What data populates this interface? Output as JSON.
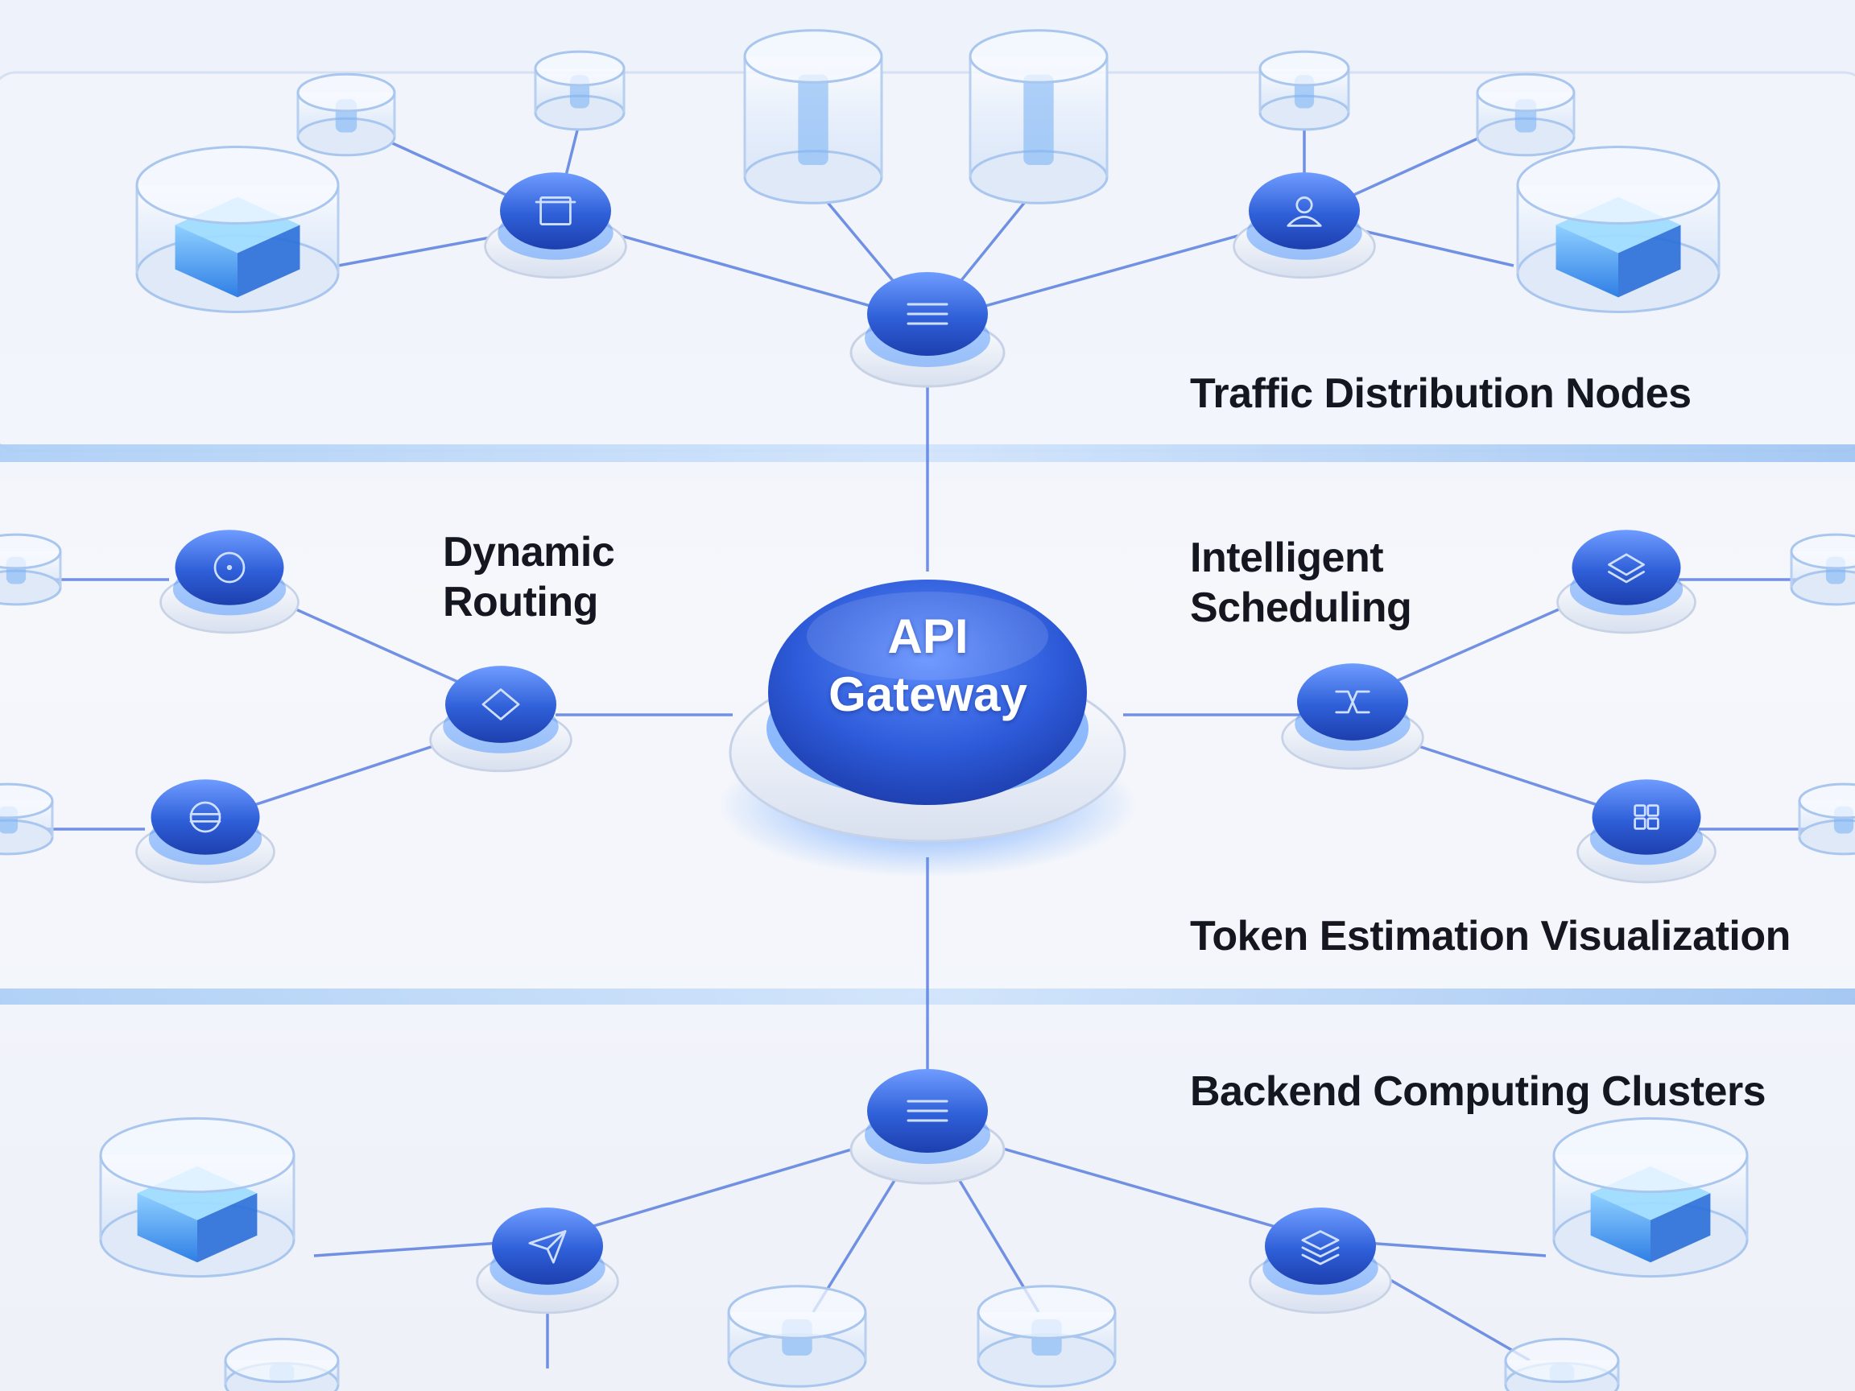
{
  "labels": {
    "traffic_distribution": "Traffic Distribution Nodes",
    "dynamic_routing": [
      "Dynamic",
      "Routing"
    ],
    "intelligent_scheduling": [
      "Intelligent",
      "Scheduling"
    ],
    "token_estimation": "Token Estimation Visualization",
    "backend_clusters": "Backend Computing Clusters",
    "api_gateway": [
      "API",
      "Gateway"
    ]
  },
  "nodes": [
    {
      "id": "hub-top",
      "icon": "list-icon"
    },
    {
      "id": "top-left",
      "icon": "frame-icon"
    },
    {
      "id": "top-right",
      "icon": "user-icon"
    },
    {
      "id": "mid-left-top",
      "icon": "circle-icon"
    },
    {
      "id": "dynamic-routing",
      "icon": "diamond-icon"
    },
    {
      "id": "mid-left-bottom",
      "icon": "globe-icon"
    },
    {
      "id": "intelligent-scheduling",
      "icon": "shuffle-icon"
    },
    {
      "id": "mid-right-top",
      "icon": "layers-check-icon"
    },
    {
      "id": "mid-right-bottom",
      "icon": "grid-icon"
    },
    {
      "id": "hub-bottom",
      "icon": "list-icon"
    },
    {
      "id": "bottom-left",
      "icon": "send-icon"
    },
    {
      "id": "bottom-right",
      "icon": "stack-icon"
    }
  ],
  "colors": {
    "node_blue": "#2f5fd8",
    "node_light": "#5b8cf5",
    "glow_blue": "#3d8bff",
    "connector": "#5a7fe0",
    "text_dark": "#14171f",
    "panel_edge": "#9fc4f2"
  }
}
